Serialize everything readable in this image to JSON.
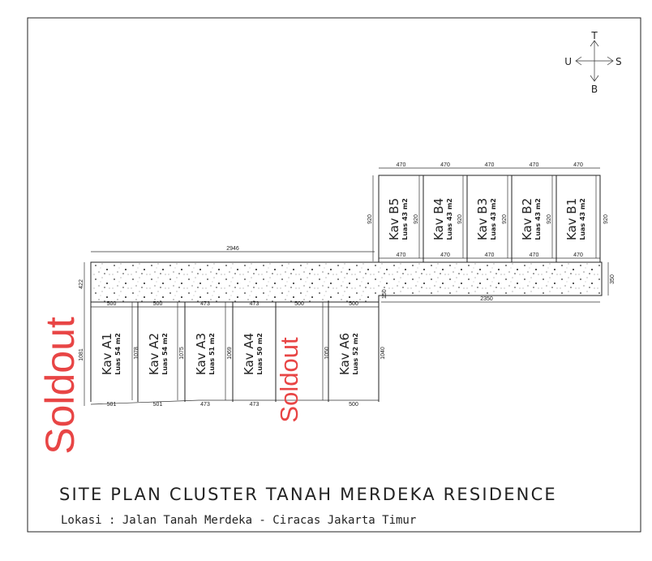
{
  "title": "SITE PLAN CLUSTER TANAH MERDEKA RESIDENCE",
  "subtitle": "Lokasi : Jalan Tanah Merdeka - Ciracas Jakarta Timur",
  "compass": {
    "north": "T",
    "west": "U",
    "east": "S",
    "south": "B"
  },
  "sold_label": "Soldout",
  "sold_color": "#e84545",
  "block_b": {
    "lots": [
      {
        "name": "Kav B5",
        "area": "Luas 43 m2"
      },
      {
        "name": "Kav B4",
        "area": "Luas 43 m2"
      },
      {
        "name": "Kav B3",
        "area": "Luas 43 m2"
      },
      {
        "name": "Kav B2",
        "area": "Luas 43 m2"
      },
      {
        "name": "Kav B1",
        "area": "Luas 43 m2"
      }
    ],
    "width_dim": "470",
    "depth_dim": "920"
  },
  "block_a": {
    "lots": [
      {
        "name": "Kav A1",
        "area": "Luas 54 m2",
        "top_dim": "500",
        "bottom_dim": "501",
        "depth_dim": "1078",
        "sold": true
      },
      {
        "name": "Kav A2",
        "area": "Luas 54 m2",
        "top_dim": "500",
        "bottom_dim": "501",
        "depth_dim": "1075"
      },
      {
        "name": "Kav A3",
        "area": "Luas 51 m2",
        "top_dim": "473",
        "bottom_dim": "473",
        "depth_dim": "1069"
      },
      {
        "name": "Kav A4",
        "area": "Luas 50 m2",
        "top_dim": "473",
        "bottom_dim": "473",
        "depth_dim": ""
      },
      {
        "name": "",
        "area": "",
        "top_dim": "500",
        "bottom_dim": "",
        "depth_dim": "1050",
        "sold": true
      },
      {
        "name": "Kav A6",
        "area": "Luas 52 m2",
        "top_dim": "500",
        "bottom_dim": "500",
        "depth_dim": "1040"
      }
    ],
    "left_depth_dim": "1081"
  },
  "road": {
    "length_dim": "2946",
    "left_width_dim": "422",
    "right_width_dim": "350",
    "right_length_dim": "2350",
    "small_dim": "150"
  }
}
